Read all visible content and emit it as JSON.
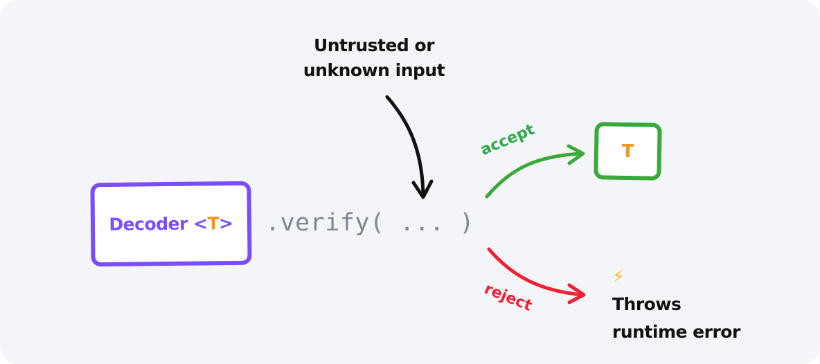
{
  "input_label": {
    "line1": "Untrusted or",
    "line2": "unknown input"
  },
  "decoder": {
    "name": "Decoder",
    "open": "<",
    "type_param": "T",
    "close": ">"
  },
  "method_call": ".verify( ... )",
  "accept_branch": {
    "label": "accept",
    "result": "T",
    "color": "#3aa83a"
  },
  "reject_branch": {
    "label": "reject",
    "icon": "lightning-bolt",
    "icon_glyph": "⚡",
    "result_line1": "Throws",
    "result_line2": "runtime error",
    "color": "#ee2235"
  },
  "colors": {
    "decoder": "#7c4dff",
    "type_param": "#f7931e",
    "method": "#7f8691",
    "background": "#f4f5f8"
  }
}
